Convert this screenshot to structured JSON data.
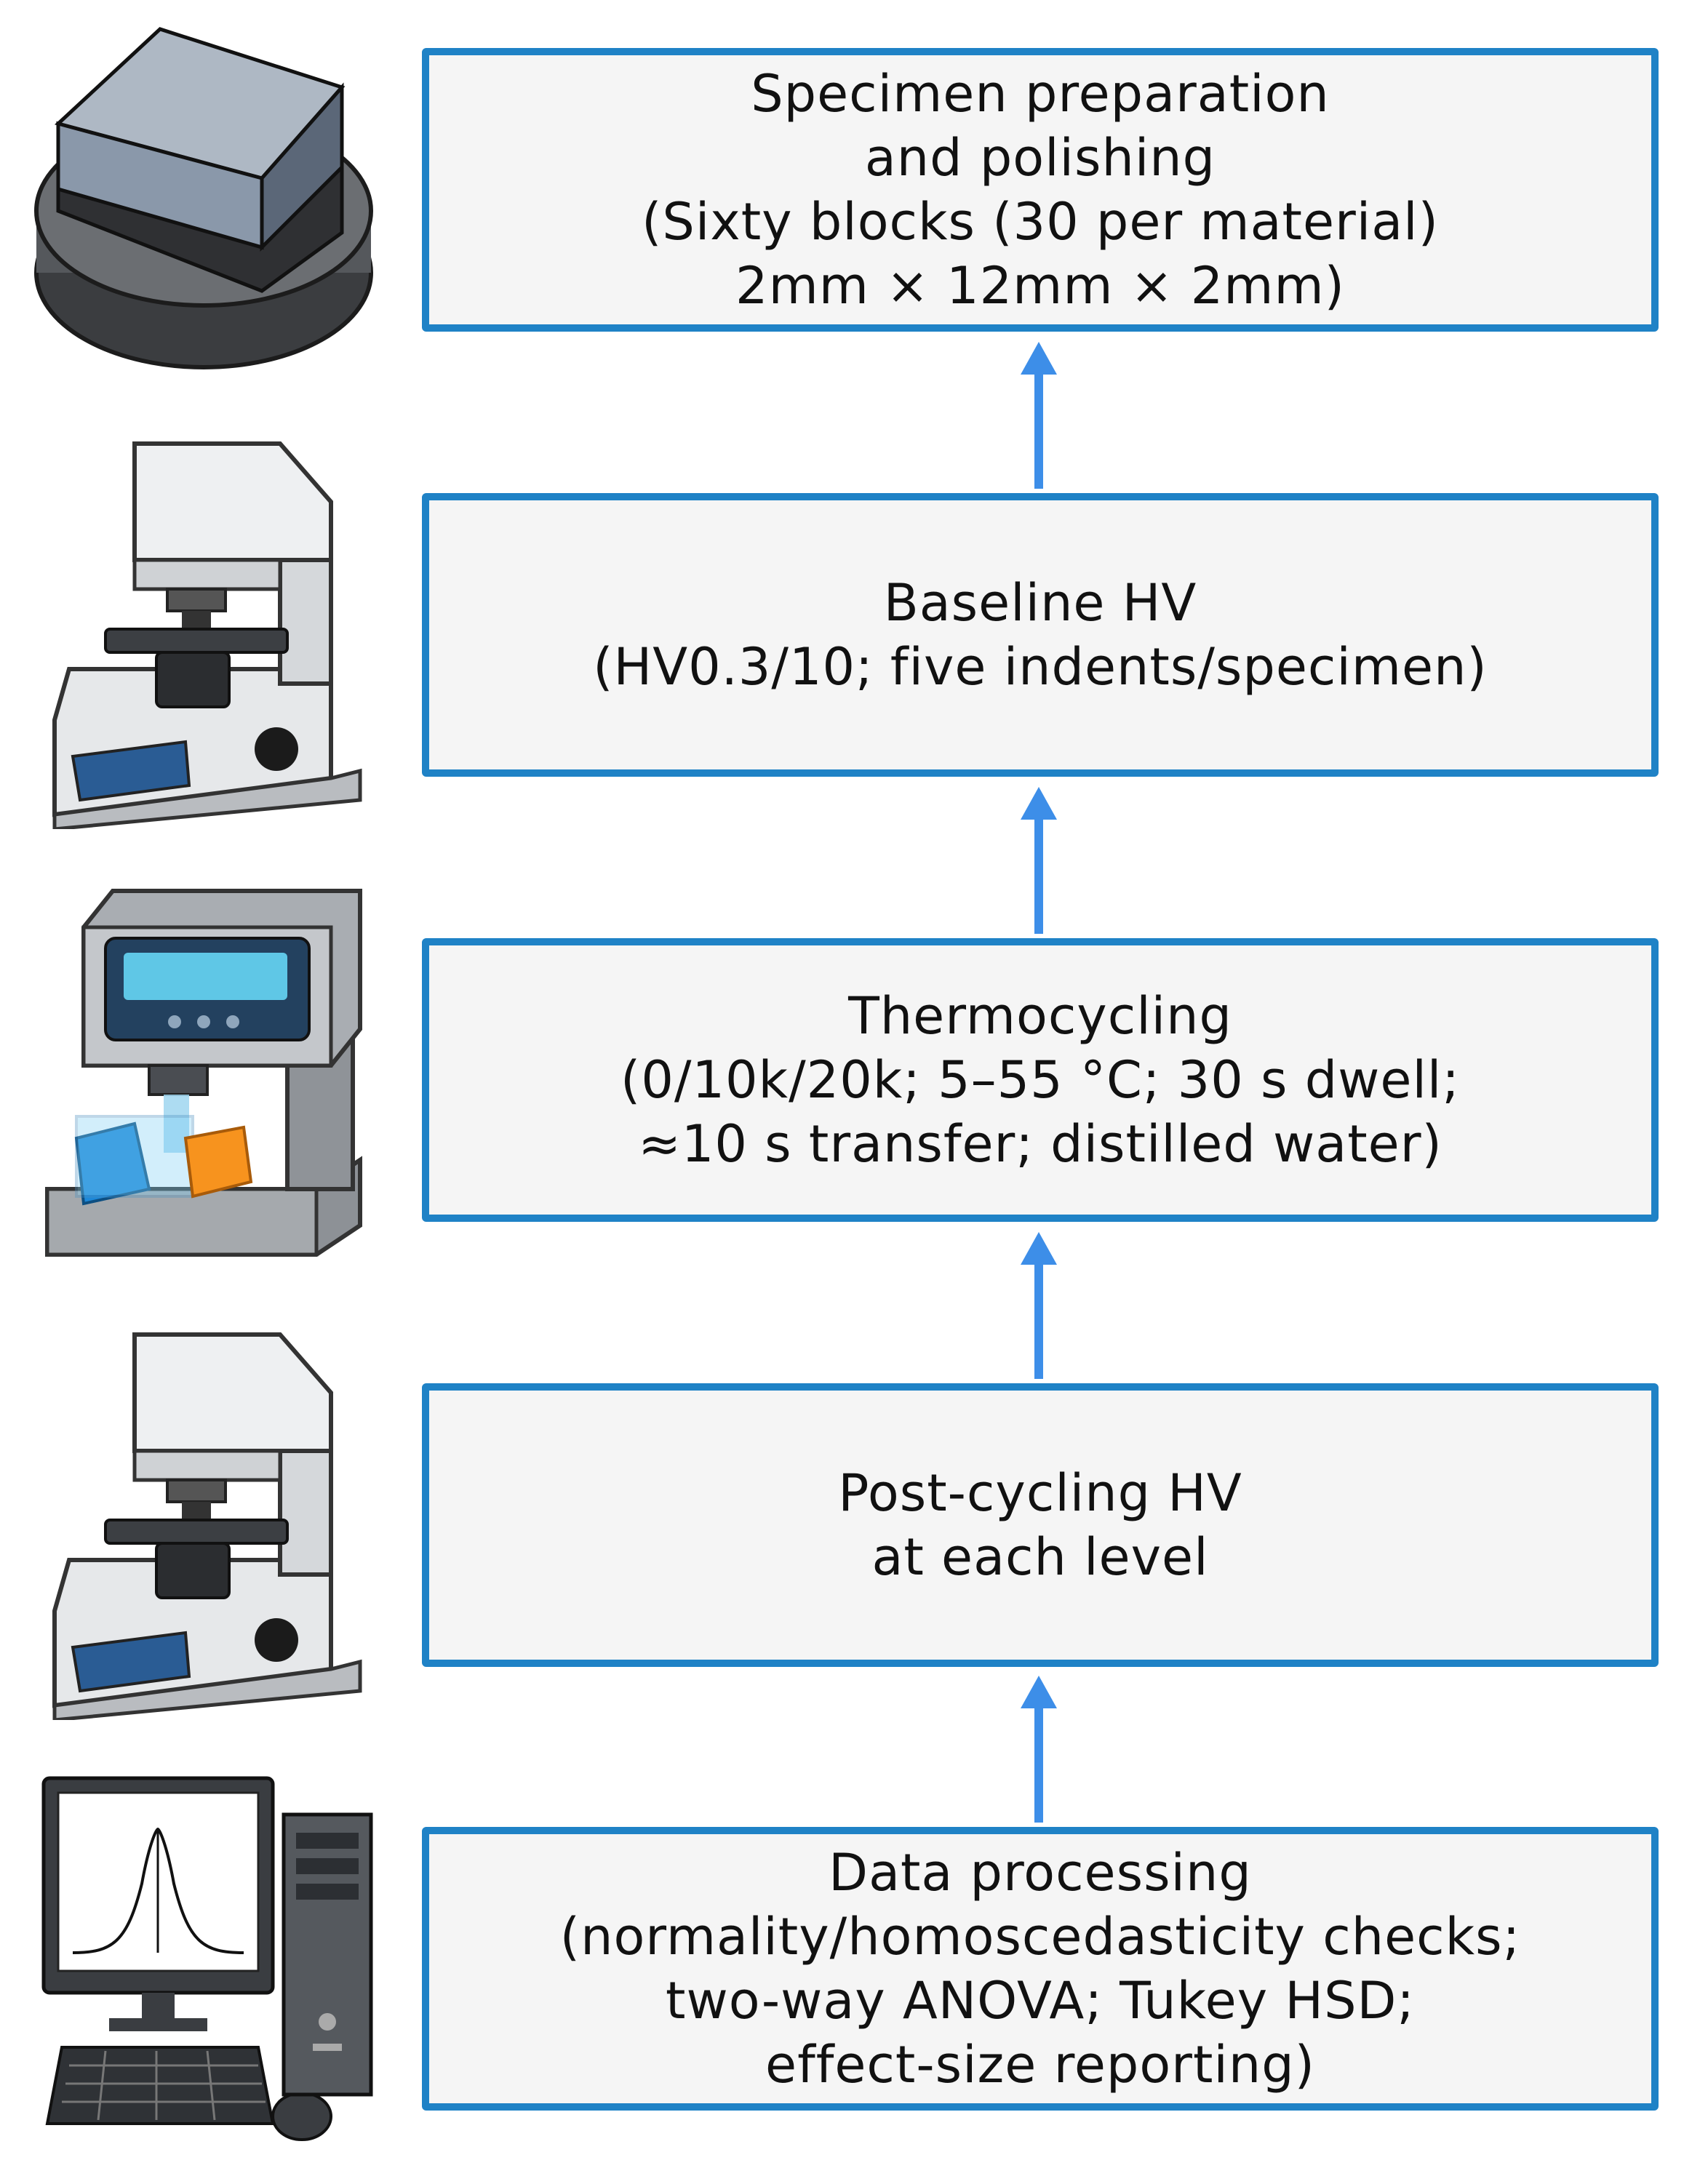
{
  "colors": {
    "box_border": "#1f82c6",
    "box_fill": "#f5f5f5",
    "arrow": "#3d8ee8",
    "text": "#111111"
  },
  "steps": [
    {
      "icon": "specimen-block-icon",
      "lines": [
        "Specimen preparation",
        "and polishing",
        "(Sixty blocks (30 per material)",
        "2mm × 12mm × 2mm)"
      ]
    },
    {
      "icon": "hardness-tester-icon",
      "lines": [
        "Baseline HV",
        "(HV0.3/10; five indents/specimen)"
      ]
    },
    {
      "icon": "thermocycler-icon",
      "lines": [
        "Thermocycling",
        "(0/10k/20k; 5–55 °C; 30 s dwell;",
        "≈10 s transfer; distilled water)"
      ]
    },
    {
      "icon": "hardness-tester-icon",
      "lines": [
        "Post-cycling HV",
        "at each level"
      ]
    },
    {
      "icon": "computer-icon",
      "lines": [
        "Data processing",
        "(normality/homoscedasticity checks;",
        "two-way ANOVA; Tukey HSD;",
        "effect-size reporting)"
      ]
    }
  ]
}
